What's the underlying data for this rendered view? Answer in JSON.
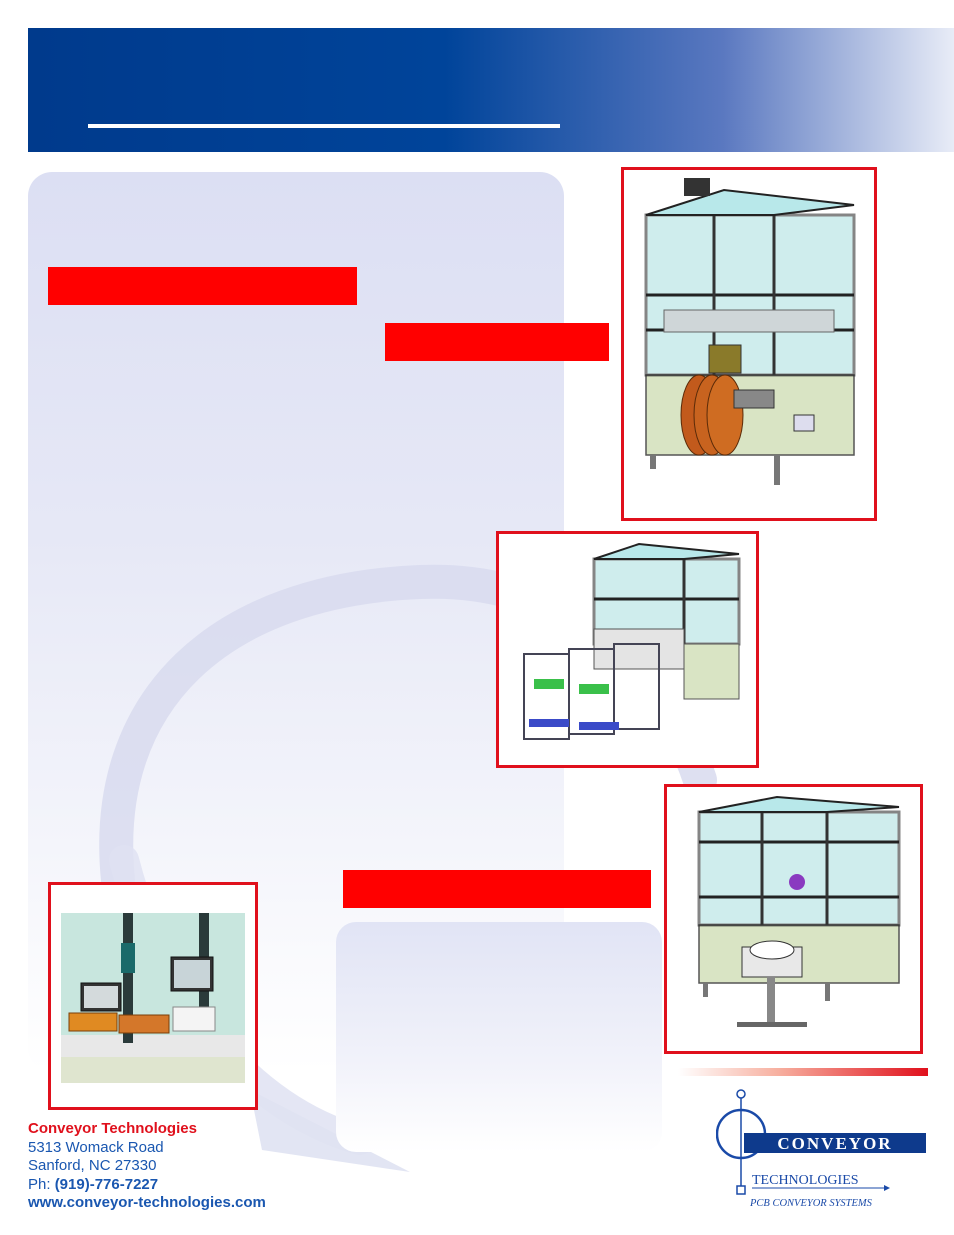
{
  "header": {
    "title": ""
  },
  "images": {
    "machine_top": "machine-with-reel-feeders",
    "machine_middle": "machine-with-tray-stackers",
    "machine_bottom": "machine-with-tray-feeder",
    "workstation": "operator-workstation-closeup"
  },
  "footer": {
    "company": "Conveyor Technologies",
    "address": "5313 Womack Road",
    "city": "Sanford, NC 27330",
    "phone_label": "Ph: ",
    "phone": "(919)-776-7227",
    "website": "www.conveyor-technologies.com"
  },
  "logo": {
    "word1": "CONVEYOR",
    "word2": "TECHNOLOGIES",
    "tagline": "PCB CONVEYOR SYSTEMS"
  },
  "colors": {
    "accent_red": "#ff0000",
    "banner_blue": "#003a8c",
    "link_blue": "#1a57b0"
  }
}
